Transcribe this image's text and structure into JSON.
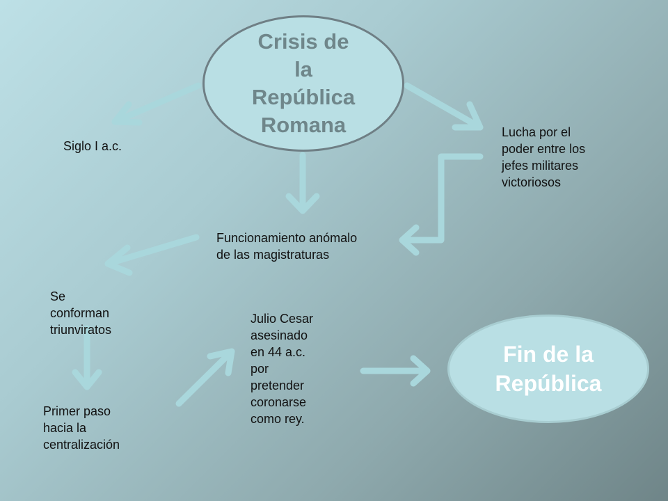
{
  "title": "Crisis de\nla\nRepública\nRomana",
  "end": "Fin de la\nRepública",
  "nodes": {
    "century": "Siglo I a.c.",
    "struggle": "Lucha por el\npoder entre los\njefes militares\nvictoriosos",
    "anomalous": "Funcionamiento anómalo\nde las magistraturas",
    "triumvirates": "Se\nconforman\ntriunviratos",
    "centralization": "Primer paso\nhacia la\ncentralización",
    "caesar": "Julio Cesar\nasesinado\nen 44 a.c.\npor\npretender\ncoronarse\ncomo rey."
  },
  "colors": {
    "arrow": "#a9d7dc",
    "oval_fill": "#b9dfe4",
    "title_text": "#6f868a",
    "end_text": "#ffffff"
  }
}
